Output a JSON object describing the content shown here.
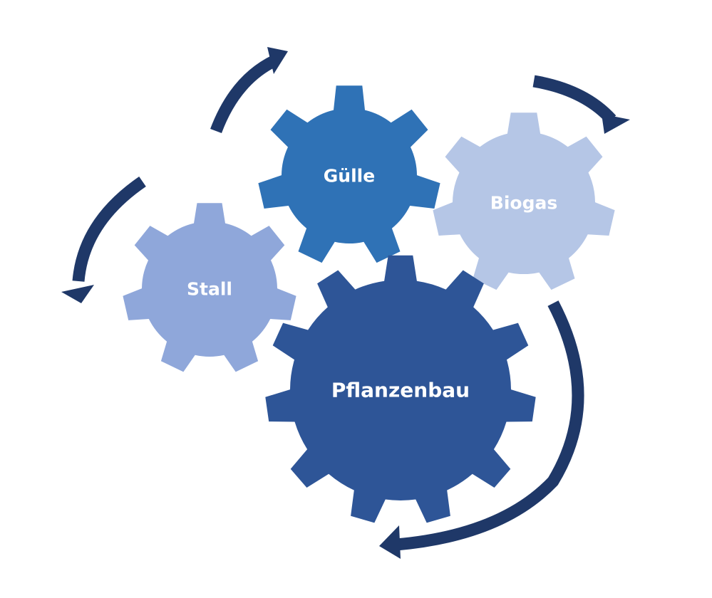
{
  "colors": {
    "background": "#ffffff",
    "arrow": "#1f3868",
    "label": "#ffffff"
  },
  "gears": [
    {
      "id": "stall",
      "label": "Stall",
      "color": "#8fa7da"
    },
    {
      "id": "guelle",
      "label": "Gülle",
      "color": "#2f72b6"
    },
    {
      "id": "biogas",
      "label": "Biogas",
      "color": "#b5c6e6"
    },
    {
      "id": "pflanzenbau",
      "label": "Pflanzenbau",
      "color": "#2e5597"
    }
  ],
  "arrows": [
    {
      "id": "stall-to-guelle"
    },
    {
      "id": "guelle-to-biogas"
    },
    {
      "id": "biogas-to-pflanzenbau"
    },
    {
      "id": "pflanzenbau-to-stall"
    }
  ]
}
